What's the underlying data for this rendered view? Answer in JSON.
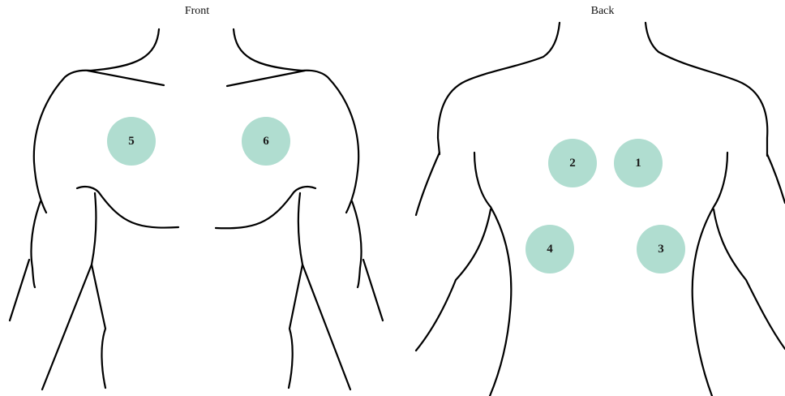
{
  "views": [
    {
      "id": "front",
      "title": "Front",
      "spots": [
        {
          "label": "5"
        },
        {
          "label": "6"
        }
      ]
    },
    {
      "id": "back",
      "title": "Back",
      "spots": [
        {
          "label": "2"
        },
        {
          "label": "1"
        },
        {
          "label": "4"
        },
        {
          "label": "3"
        }
      ]
    }
  ],
  "colors": {
    "spot_fill": "#b0ddd0",
    "outline": "#000000"
  }
}
